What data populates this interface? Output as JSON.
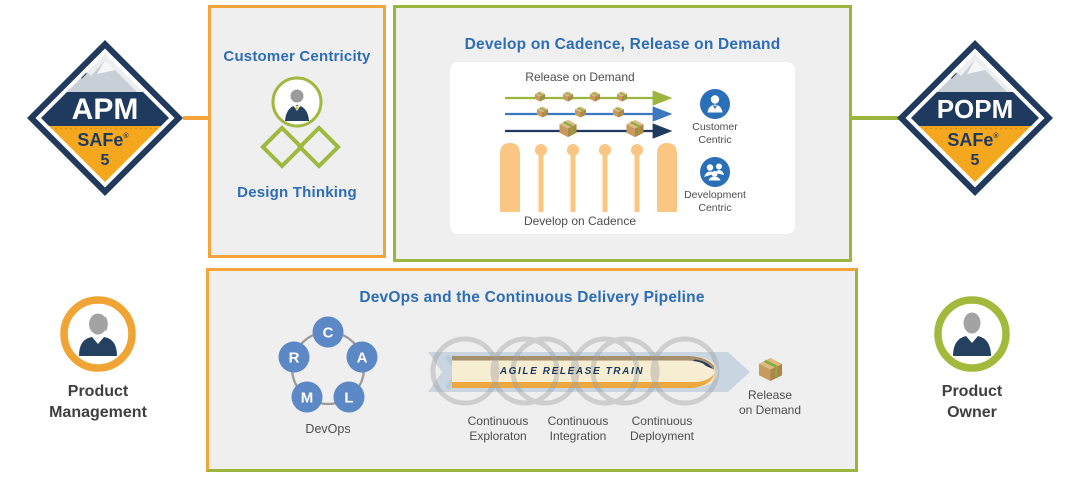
{
  "colors": {
    "orange_border": "#F5A43C",
    "badge_orange": "#F5A81D",
    "green_border": "#9CB53F",
    "navy": "#1F3A5F",
    "title_blue": "#2D6DB5",
    "box_grey": "#EFEFEF",
    "label_grey": "#4D4D4D",
    "calmr_blue": "#5C88C6",
    "centric_blue": "#2A6FB8",
    "bar_orange": "#F9C783",
    "ribbon_blue": "#C9D6E2",
    "package_tan": "#C79B5D"
  },
  "badges": {
    "apm": {
      "acronym": "APM",
      "brand": "SAFe",
      "registered": "®",
      "version": "5"
    },
    "popm": {
      "acronym": "POPM",
      "brand": "SAFe",
      "registered": "®",
      "version": "5"
    }
  },
  "customer_box": {
    "title": "Customer Centricity",
    "subtitle": "Design Thinking"
  },
  "cadence_box": {
    "title": "Develop on Cadence, Release on Demand",
    "release_label": "Release on Demand",
    "develop_label": "Develop on Cadence",
    "legend": [
      {
        "line1": "Customer",
        "line2": "Centric"
      },
      {
        "line1": "Development",
        "line2": "Centric"
      }
    ]
  },
  "devops_box": {
    "title": "DevOps and the Continuous Delivery Pipeline",
    "devops_label": "DevOps",
    "calmr": [
      "C",
      "A",
      "L",
      "M",
      "R"
    ],
    "train_label": "AGILE RELEASE TRAIN",
    "stages": [
      {
        "line1": "Continuous",
        "line2": "Exploraton"
      },
      {
        "line1": "Continuous",
        "line2": "Integration"
      },
      {
        "line1": "Continuous",
        "line2": "Deployment"
      }
    ],
    "release": {
      "line1": "Release",
      "line2": "on Demand"
    }
  },
  "roles": {
    "left": {
      "line1": "Product",
      "line2": "Management"
    },
    "right": {
      "line1": "Product",
      "line2": "Owner"
    }
  }
}
